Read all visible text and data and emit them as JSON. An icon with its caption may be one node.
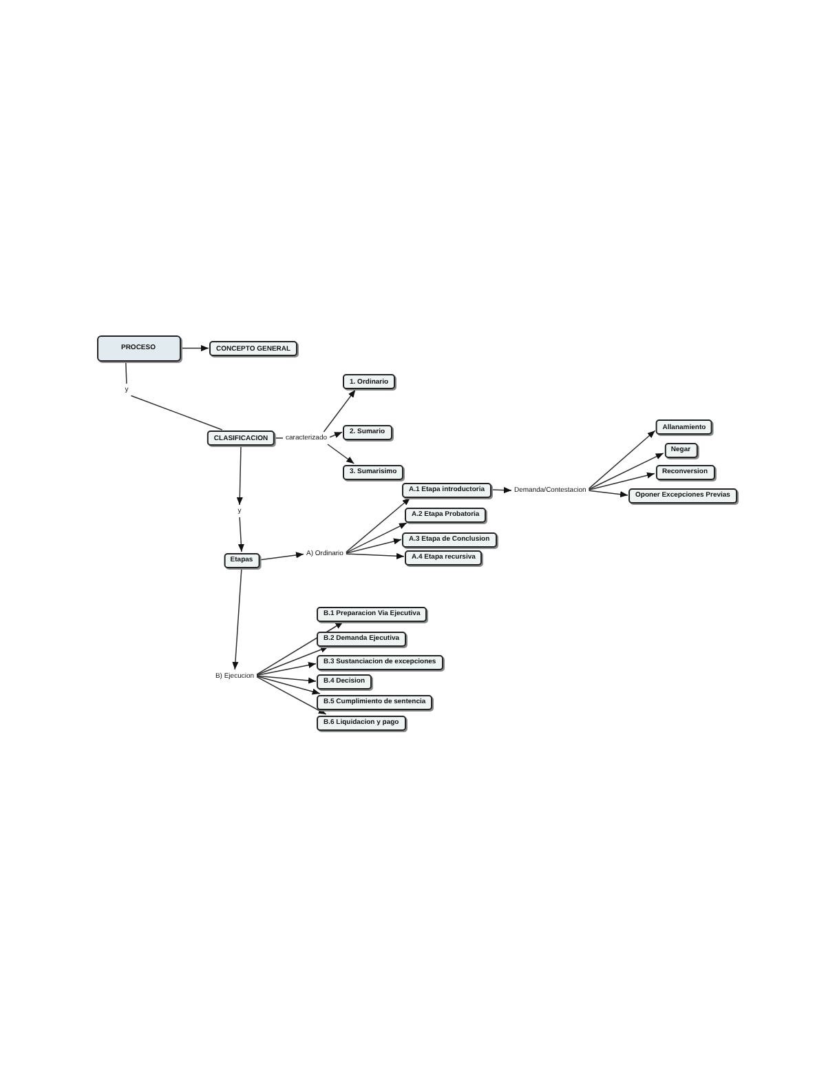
{
  "diagram": {
    "nodes": [
      {
        "text": [
          "PROCESO"
        ]
      },
      {
        "text": [
          "CONCEPTO GENERAL"
        ]
      },
      {
        "text": [
          "y"
        ]
      },
      {
        "text": [
          "CLASIFICACION"
        ]
      },
      {
        "text": [
          "caracterizado"
        ]
      },
      {
        "text": [
          "1. Ordinario"
        ]
      },
      {
        "text": [
          "2. Sumario"
        ]
      },
      {
        "text": [
          "3. Sumarisimo"
        ]
      },
      {
        "text": [
          "y"
        ]
      },
      {
        "text": [
          "Etapas"
        ]
      },
      {
        "text": [
          "A) Ordinario"
        ]
      },
      {
        "text": [
          "A.1 Etapa introductoria"
        ]
      },
      {
        "text": [
          "Demanda/Contestacion"
        ]
      },
      {
        "text": [
          "Allanamiento"
        ]
      },
      {
        "text": [
          "Negar"
        ]
      },
      {
        "text": [
          "Reconversion"
        ]
      },
      {
        "text": [
          "Oponer Excepciones Previas"
        ]
      },
      {
        "text": [
          "A.2 Etapa Probatoria"
        ]
      },
      {
        "text": [
          "A.3 Etapa de Conclusion"
        ]
      },
      {
        "text": [
          "A.4 Etapa recursiva"
        ]
      },
      {
        "text": [
          "B) Ejecucion"
        ]
      },
      {
        "text": [
          "B.1 Preparacion Via Ejecutiva"
        ]
      },
      {
        "text": [
          "B.2 Demanda Ejecutiva"
        ]
      },
      {
        "text": [
          "B.3 Sustanciacion de excepciones"
        ]
      },
      {
        "text": [
          "B.4 Decision"
        ]
      },
      {
        "text": [
          "B.5 Cumplimiento de sentencia"
        ]
      },
      {
        "text": [
          "B.6 Liquidacion y pago"
        ]
      }
    ],
    "edges": [
      {
        "from": 0,
        "to": 1,
        "arrow": "to"
      },
      {
        "from": 0,
        "to": 2,
        "arrow": "none"
      },
      {
        "from": 2,
        "to": 3,
        "arrow": "none"
      },
      {
        "from": 3,
        "to": 4,
        "arrow": "none"
      },
      {
        "from": 4,
        "to": 5,
        "arrow": "to"
      },
      {
        "from": 4,
        "to": 6,
        "arrow": "to"
      },
      {
        "from": 4,
        "to": 7,
        "arrow": "to"
      },
      {
        "from": 3,
        "to": 8,
        "arrow": "to"
      },
      {
        "from": 8,
        "to": 9,
        "arrow": "to"
      },
      {
        "from": 9,
        "to": 10,
        "arrow": "to"
      },
      {
        "from": 10,
        "to": 11,
        "arrow": "to"
      },
      {
        "from": 10,
        "to": 17,
        "arrow": "to"
      },
      {
        "from": 10,
        "to": 18,
        "arrow": "to"
      },
      {
        "from": 10,
        "to": 19,
        "arrow": "to"
      },
      {
        "from": 11,
        "to": 12,
        "arrow": "to"
      },
      {
        "from": 12,
        "to": 13,
        "arrow": "to"
      },
      {
        "from": 12,
        "to": 14,
        "arrow": "to"
      },
      {
        "from": 12,
        "to": 15,
        "arrow": "to"
      },
      {
        "from": 12,
        "to": 16,
        "arrow": "to"
      },
      {
        "from": 9,
        "to": 20,
        "arrow": "to"
      },
      {
        "from": 20,
        "to": 21,
        "arrow": "to"
      },
      {
        "from": 20,
        "to": 22,
        "arrow": "to"
      },
      {
        "from": 20,
        "to": 23,
        "arrow": "to"
      },
      {
        "from": 20,
        "to": 24,
        "arrow": "to"
      },
      {
        "from": 20,
        "to": 25,
        "arrow": "to"
      },
      {
        "from": 20,
        "to": 26,
        "arrow": "to"
      }
    ]
  }
}
